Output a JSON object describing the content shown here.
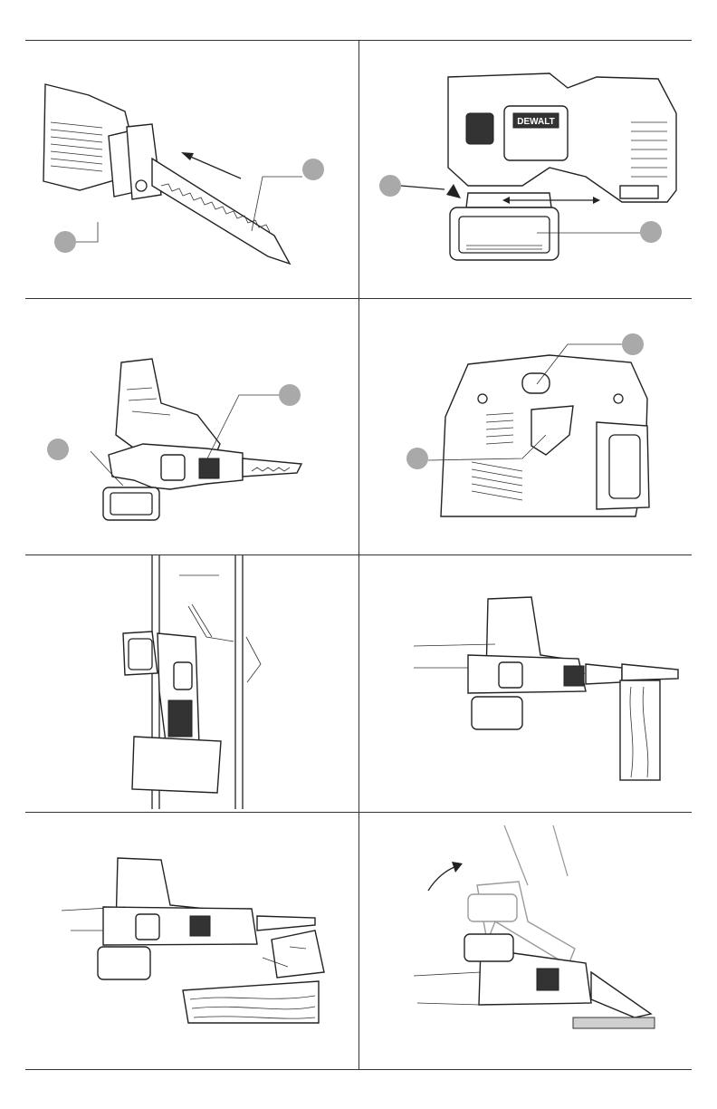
{
  "brand": {
    "logo_text": "DEWALT"
  },
  "figures": [
    {
      "id": "A",
      "callouts": 2
    },
    {
      "id": "B",
      "callouts": 2
    },
    {
      "id": "C",
      "callouts": 2
    },
    {
      "id": "D",
      "callouts": 2
    },
    {
      "id": "E",
      "callouts": 0
    },
    {
      "id": "F",
      "callouts": 0
    },
    {
      "id": "G",
      "callouts": 0
    },
    {
      "id": "H",
      "callouts": 0
    }
  ],
  "colors": {
    "rule": "#333333",
    "callout": "#a9a9a9",
    "ink": "#222222",
    "wood": "#cfcfcf"
  }
}
